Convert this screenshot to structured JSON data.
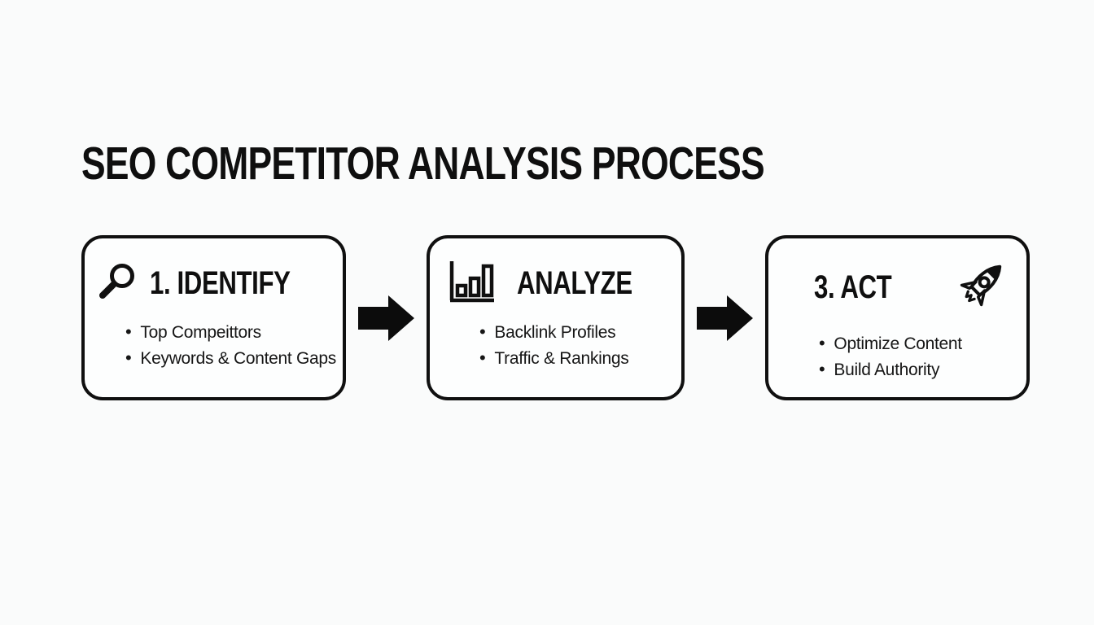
{
  "page": {
    "background": "#fafbfb",
    "ink": "#101010"
  },
  "title": "SEO COMPETITOR ANALYSIS PROCESS",
  "steps": [
    {
      "heading": "1. IDENTIFY",
      "icon": "magnifier-icon",
      "icon_position": "left",
      "bullets": [
        "Top Compeittors",
        "Keywords & Content Gaps"
      ]
    },
    {
      "heading": "ANALYZE",
      "icon": "bar-chart-icon",
      "icon_position": "left",
      "bullets": [
        "Backlink Profiles",
        "Traffic & Rankings"
      ]
    },
    {
      "heading": "3. ACT",
      "icon": "rocket-icon",
      "icon_position": "right",
      "bullets": [
        "Optimize Content",
        "Build Authority"
      ]
    }
  ],
  "connectors": [
    {
      "type": "arrow-right"
    },
    {
      "type": "arrow-right"
    }
  ]
}
